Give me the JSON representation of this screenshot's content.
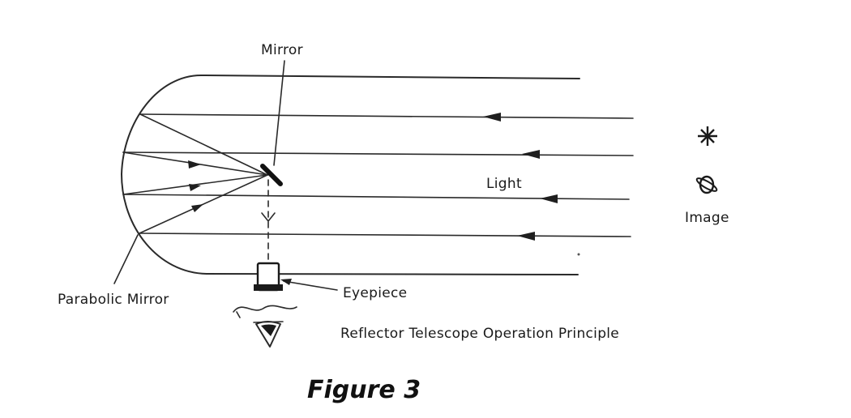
{
  "labels": {
    "mirror": "Mirror",
    "light": "Light",
    "image": "Image",
    "parabolic_mirror": "Parabolic Mirror",
    "eyepiece": "Eyepiece",
    "caption": "Reflector Telescope Operation Principle",
    "figure": "Figure 3"
  },
  "icons": {
    "star": "star-icon",
    "planet": "planet-icon",
    "eye": "eye-icon"
  }
}
